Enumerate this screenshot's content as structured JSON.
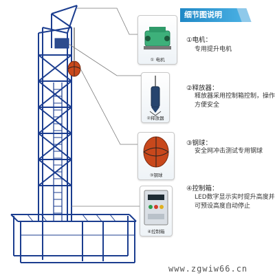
{
  "header": {
    "title": "细节图说明"
  },
  "details": [
    {
      "caption": "① 电机",
      "title": "①电机：",
      "desc": [
        "专用提升电机"
      ]
    },
    {
      "caption": "②释放器",
      "title": "②释放器：",
      "desc": [
        "释放器采用控制箱控制，操作",
        "方便安全"
      ]
    },
    {
      "caption": "③钢球",
      "title": "③钢球：",
      "desc": [
        "安全网冲击测试专用钢球"
      ]
    },
    {
      "caption": "④控制箱",
      "title": "④控制箱：",
      "desc": [
        "LED数字显示实时提升高度并",
        "可预设高度自动停止"
      ]
    }
  ],
  "watermark": "www.zgwiw66.cn",
  "colors": {
    "frame": "#1b3d8f",
    "accent": "#2a93d0",
    "ball": "#c8481c"
  }
}
